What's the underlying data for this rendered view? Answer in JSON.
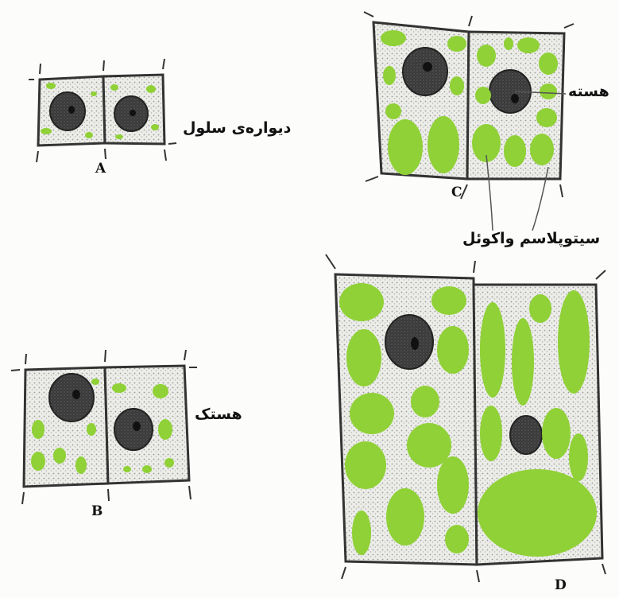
{
  "colors": {
    "vacuole": "#8fd136",
    "wall": "#3a3a3a",
    "cytoplasm": "#e6e6e2",
    "nucleus": "#2e2e2e"
  },
  "panels": [
    {
      "id": "A",
      "label": "A"
    },
    {
      "id": "B",
      "label": "B"
    },
    {
      "id": "C",
      "label": "C"
    },
    {
      "id": "D",
      "label": "D"
    }
  ],
  "annotations": {
    "cell_wall": "دیواره‌ی سلول",
    "nucleolus": "هستک",
    "nucleus": "هسته",
    "cytoplasm_vacuole": "سیتوپلاسم واکوئل"
  }
}
